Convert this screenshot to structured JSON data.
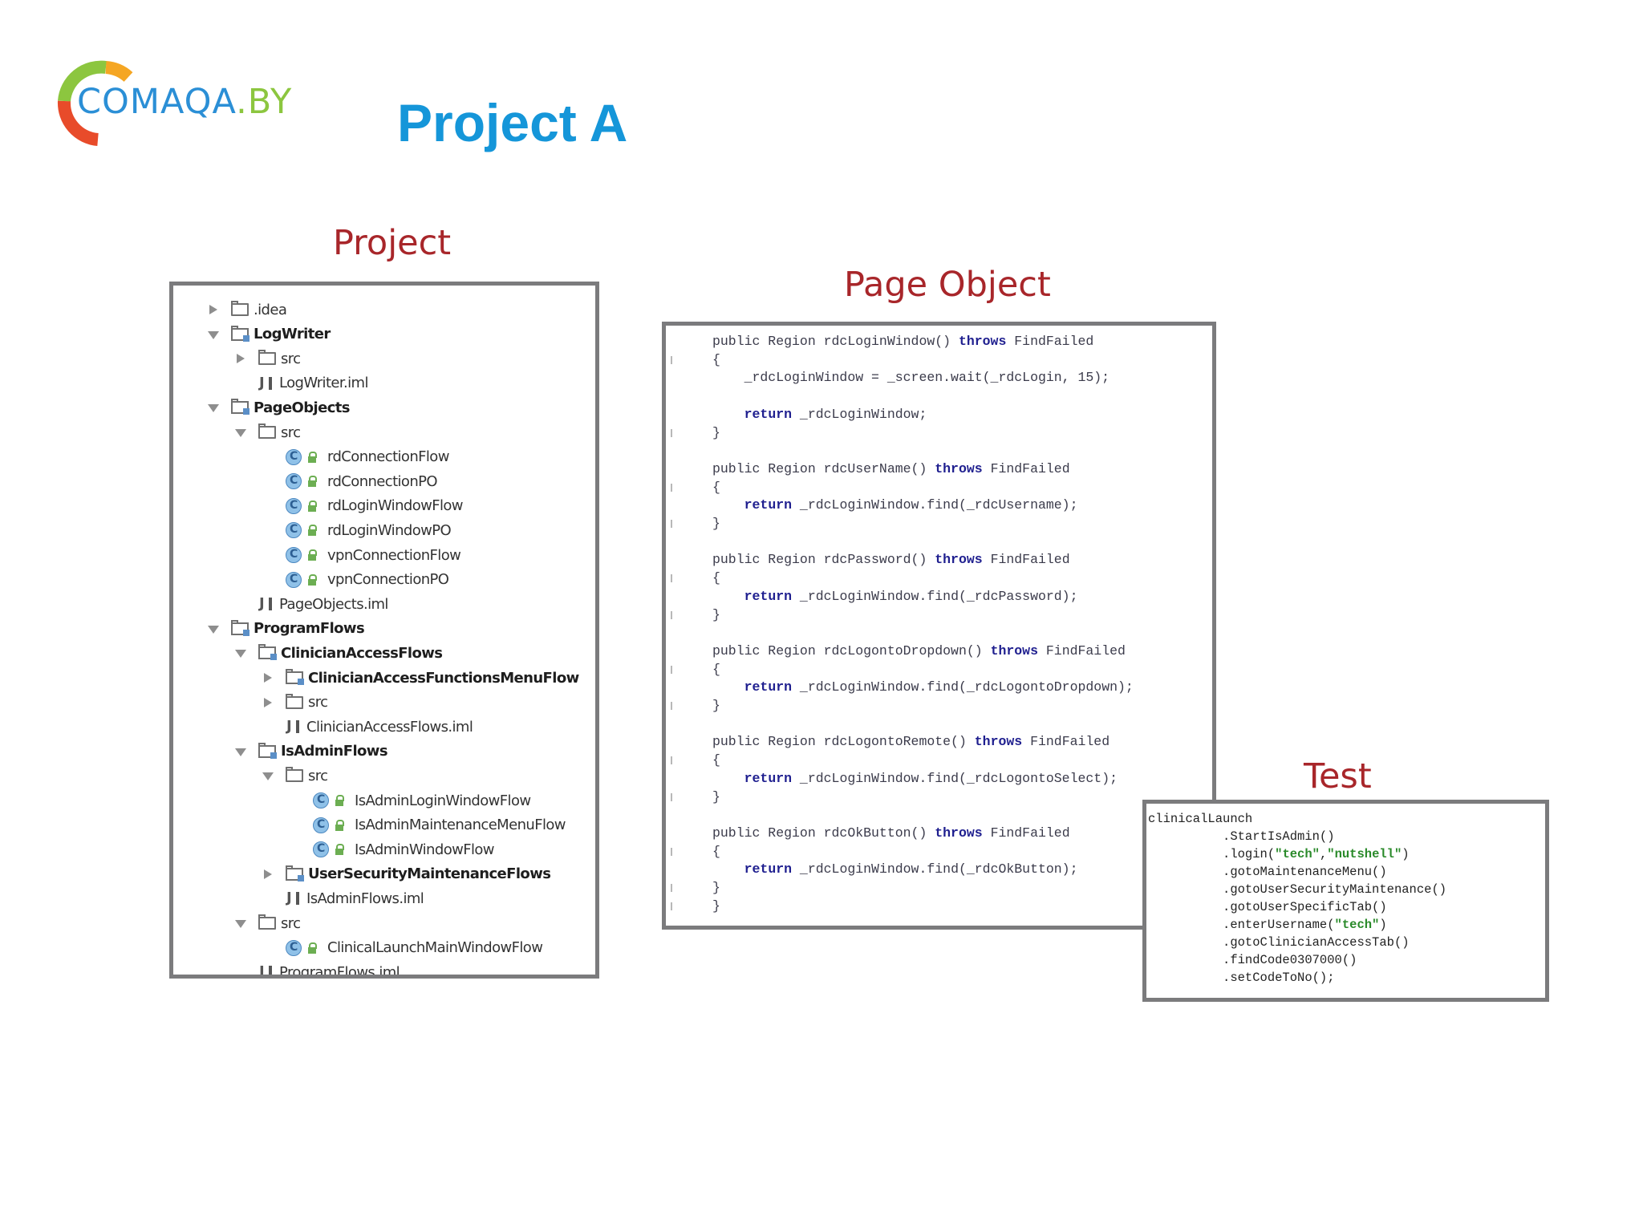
{
  "logo": {
    "text_main": "COMAQA",
    "text_suffix": ".BY"
  },
  "slide": {
    "title": "Project A"
  },
  "labels": {
    "project": "Project",
    "page_object": "Page Object",
    "test": "Test"
  },
  "project_tree": [
    {
      "label": ".idea",
      "icon": "folder-icon",
      "arrow": "right",
      "bold": false
    },
    {
      "label": "LogWriter",
      "icon": "module-icon",
      "arrow": "down",
      "bold": true
    },
    {
      "label": "src",
      "icon": "folder-icon",
      "arrow": "right",
      "bold": false
    },
    {
      "label": "LogWriter.iml",
      "icon": "iml-file-icon",
      "arrow": "none",
      "bold": false
    },
    {
      "label": "PageObjects",
      "icon": "module-icon",
      "arrow": "down",
      "bold": true
    },
    {
      "label": "src",
      "icon": "folder-icon",
      "arrow": "down",
      "bold": false
    },
    {
      "label": "rdConnectionFlow",
      "icon": "class-icon",
      "arrow": "none",
      "bold": false
    },
    {
      "label": "rdConnectionPO",
      "icon": "class-icon",
      "arrow": "none",
      "bold": false
    },
    {
      "label": "rdLoginWindowFlow",
      "icon": "class-icon",
      "arrow": "none",
      "bold": false
    },
    {
      "label": "rdLoginWindowPO",
      "icon": "class-icon",
      "arrow": "none",
      "bold": false
    },
    {
      "label": "vpnConnectionFlow",
      "icon": "class-icon",
      "arrow": "none",
      "bold": false
    },
    {
      "label": "vpnConnectionPO",
      "icon": "class-icon",
      "arrow": "none",
      "bold": false
    },
    {
      "label": "PageObjects.iml",
      "icon": "iml-file-icon",
      "arrow": "none",
      "bold": false
    },
    {
      "label": "ProgramFlows",
      "icon": "module-icon",
      "arrow": "down",
      "bold": true
    },
    {
      "label": "ClinicianAccessFlows",
      "icon": "module-icon",
      "arrow": "down",
      "bold": true
    },
    {
      "label": "ClinicianAccessFunctionsMenuFlow",
      "icon": "module-icon",
      "arrow": "right",
      "bold": true
    },
    {
      "label": "src",
      "icon": "folder-icon",
      "arrow": "right",
      "bold": false
    },
    {
      "label": "ClinicianAccessFlows.iml",
      "icon": "iml-file-icon",
      "arrow": "none",
      "bold": false
    },
    {
      "label": "IsAdminFlows",
      "icon": "module-icon",
      "arrow": "down",
      "bold": true
    },
    {
      "label": "src",
      "icon": "folder-icon",
      "arrow": "down",
      "bold": false
    },
    {
      "label": "IsAdminLoginWindowFlow",
      "icon": "class-icon",
      "arrow": "none",
      "bold": false
    },
    {
      "label": "IsAdminMaintenanceMenuFlow",
      "icon": "class-icon",
      "arrow": "none",
      "bold": false
    },
    {
      "label": "IsAdminWindowFlow",
      "icon": "class-icon",
      "arrow": "none",
      "bold": false
    },
    {
      "label": "UserSecurityMaintenanceFlows",
      "icon": "module-icon",
      "arrow": "right",
      "bold": true
    },
    {
      "label": "IsAdminFlows.iml",
      "icon": "iml-file-icon",
      "arrow": "none",
      "bold": false
    },
    {
      "label": "src",
      "icon": "folder-icon",
      "arrow": "down",
      "bold": false
    },
    {
      "label": "ClinicalLaunchMainWindowFlow",
      "icon": "class-icon",
      "arrow": "none",
      "bold": false
    },
    {
      "label": "ProgramFlows.iml",
      "icon": "iml-file-icon",
      "arrow": "none",
      "bold": false
    }
  ],
  "page_object_code": [
    [
      {
        "t": "public Region rdcLoginWindow() "
      },
      {
        "t": "throws",
        "k": 1
      },
      {
        "t": " FindFailed"
      }
    ],
    [
      {
        "t": "{"
      }
    ],
    [
      {
        "t": "    _rdcLoginWindow = _screen.wait(_rdcLogin, 15);"
      }
    ],
    [
      {
        "t": ""
      }
    ],
    [
      {
        "t": "    "
      },
      {
        "t": "return",
        "k": 1
      },
      {
        "t": " _rdcLoginWindow;"
      }
    ],
    [
      {
        "t": "}"
      }
    ],
    [
      {
        "t": ""
      }
    ],
    [
      {
        "t": "public Region rdcUserName() "
      },
      {
        "t": "throws",
        "k": 1
      },
      {
        "t": " FindFailed"
      }
    ],
    [
      {
        "t": "{"
      }
    ],
    [
      {
        "t": "    "
      },
      {
        "t": "return",
        "k": 1
      },
      {
        "t": " _rdcLoginWindow.find(_rdcUsername);"
      }
    ],
    [
      {
        "t": "}"
      }
    ],
    [
      {
        "t": ""
      }
    ],
    [
      {
        "t": "public Region rdcPassword() "
      },
      {
        "t": "throws",
        "k": 1
      },
      {
        "t": " FindFailed"
      }
    ],
    [
      {
        "t": "{"
      }
    ],
    [
      {
        "t": "    "
      },
      {
        "t": "return",
        "k": 1
      },
      {
        "t": " _rdcLoginWindow.find(_rdcPassword);"
      }
    ],
    [
      {
        "t": "}"
      }
    ],
    [
      {
        "t": ""
      }
    ],
    [
      {
        "t": "public Region rdcLogontoDropdown() "
      },
      {
        "t": "throws",
        "k": 1
      },
      {
        "t": " FindFailed"
      }
    ],
    [
      {
        "t": "{"
      }
    ],
    [
      {
        "t": "    "
      },
      {
        "t": "return",
        "k": 1
      },
      {
        "t": " _rdcLoginWindow.find(_rdcLogontoDropdown);"
      }
    ],
    [
      {
        "t": "}"
      }
    ],
    [
      {
        "t": ""
      }
    ],
    [
      {
        "t": "public Region rdcLogontoRemote() "
      },
      {
        "t": "throws",
        "k": 1
      },
      {
        "t": " FindFailed"
      }
    ],
    [
      {
        "t": "{"
      }
    ],
    [
      {
        "t": "    "
      },
      {
        "t": "return",
        "k": 1
      },
      {
        "t": " _rdcLoginWindow.find(_rdcLogontoSelect);"
      }
    ],
    [
      {
        "t": "}"
      }
    ],
    [
      {
        "t": ""
      }
    ],
    [
      {
        "t": "public Region rdcOkButton() "
      },
      {
        "t": "throws",
        "k": 1
      },
      {
        "t": " FindFailed"
      }
    ],
    [
      {
        "t": "{"
      }
    ],
    [
      {
        "t": "    "
      },
      {
        "t": "return",
        "k": 1
      },
      {
        "t": " _rdcLoginWindow.find(_rdcOkButton);"
      }
    ],
    [
      {
        "t": "}"
      }
    ],
    [
      {
        "t": "}"
      }
    ]
  ],
  "test_code": [
    [
      {
        "t": "clinicalLaunch"
      }
    ],
    [
      {
        "t": "          .StartIsAdmin()"
      }
    ],
    [
      {
        "t": "          .login("
      },
      {
        "t": "\"tech\"",
        "s": 1
      },
      {
        "t": ","
      },
      {
        "t": "\"nutshell\"",
        "s": 1
      },
      {
        "t": ")"
      }
    ],
    [
      {
        "t": "          .gotoMaintenanceMenu()"
      }
    ],
    [
      {
        "t": "          .gotoUserSecurityMaintenance()"
      }
    ],
    [
      {
        "t": "          .gotoUserSpecificTab()"
      }
    ],
    [
      {
        "t": "          .enterUsername("
      },
      {
        "t": "\"tech\"",
        "s": 1
      },
      {
        "t": ")"
      }
    ],
    [
      {
        "t": "          .gotoClinicianAccessTab()"
      }
    ],
    [
      {
        "t": "          .findCode0307000()"
      }
    ],
    [
      {
        "t": "          .setCodeToNo();"
      }
    ]
  ]
}
